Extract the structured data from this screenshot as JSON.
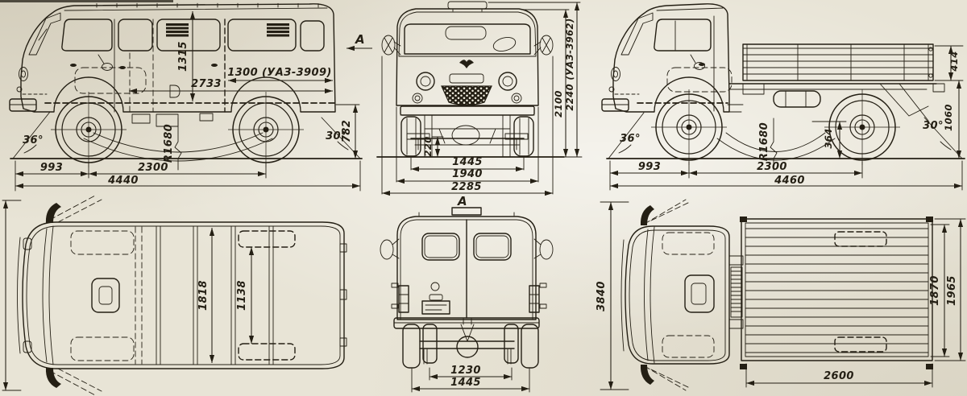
{
  "page": {
    "background": "#e8e4d6",
    "ink": "#241f14"
  },
  "view_labels": {
    "side_arrow": "А",
    "rear_view": "А"
  },
  "van_side": {
    "cargo_height": "1315",
    "cargo_length": "2733",
    "side_door": "1300 (УАЗ-3909)",
    "approach_angle": "36°",
    "departure_angle": "30°",
    "loading_height": "782",
    "ramp_radius": "R1680",
    "front_overhang": "993",
    "wheelbase": "2300",
    "overall_length": "4440"
  },
  "van_front": {
    "ground_clearance": "220",
    "track": "1445",
    "body_width": "1940",
    "overall_width": "2285",
    "roof_height": "2100",
    "roof_height_high": "2240 (УАЗ-3962)"
  },
  "truck_side": {
    "dropside_height": "414",
    "platform_floor_height": "1060",
    "approach_angle": "36°",
    "departure_angle": "30°",
    "ramp_radius": "R1680",
    "rear_clearance": "364",
    "front_overhang": "993",
    "wheelbase": "2300",
    "overall_length": "4460"
  },
  "van_top": {
    "interior_width": "1818",
    "wheelhouse_gap": "1138"
  },
  "van_rear": {
    "inner_track": "1230",
    "track": "1445"
  },
  "truck_top": {
    "door_open_span": "3840",
    "platform_inner_width": "1870",
    "platform_outer_width": "1965",
    "platform_length": "2600"
  }
}
